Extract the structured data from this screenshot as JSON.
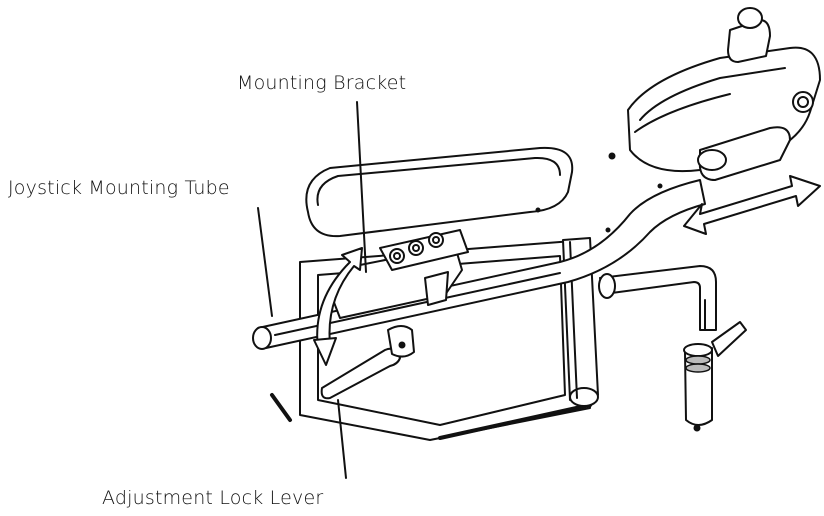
{
  "labels": {
    "mounting_bracket": "Mounting Bracket",
    "joystick_mounting_tube": "Joystick Mounting Tube",
    "adjustment_lock_lever": "Adjustment Lock Lever"
  }
}
